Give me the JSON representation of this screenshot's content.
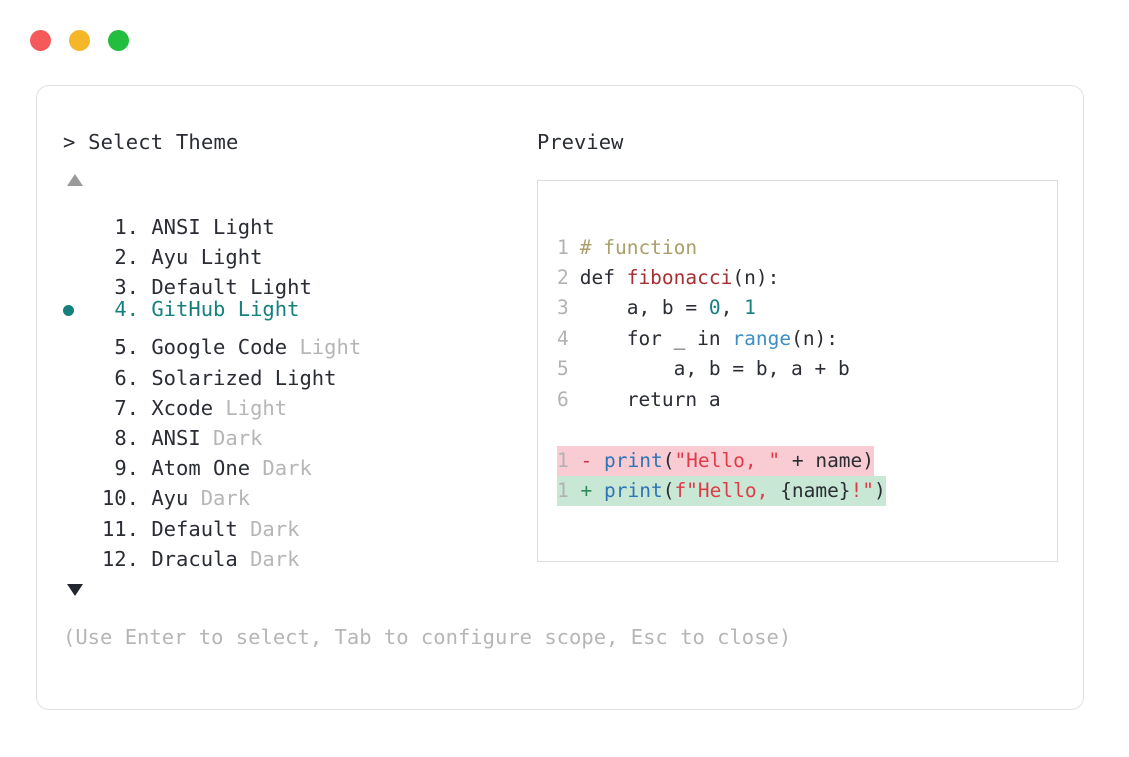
{
  "window": {
    "dots": [
      {
        "name": "close",
        "color": "#f6595a"
      },
      {
        "name": "minimize",
        "color": "#f5b728"
      },
      {
        "name": "maximize",
        "color": "#23bd3f"
      }
    ]
  },
  "left": {
    "prompt": "> Select Theme",
    "scroll_up_icon": "triangle-up-icon",
    "scroll_down_icon": "triangle-down-icon",
    "selected_index": 4,
    "accent_color": "#16807f",
    "items": [
      {
        "index": "1.",
        "main": "ANSI Light",
        "dim": "",
        "selected": false
      },
      {
        "index": "2.",
        "main": "Ayu Light",
        "dim": "",
        "selected": false
      },
      {
        "index": "3.",
        "main": "Default Light",
        "dim": "",
        "selected": false
      },
      {
        "index": "4.",
        "main": "GitHub Light",
        "dim": "",
        "selected": true
      },
      {
        "index": "5.",
        "main": "Google Code",
        "dim": " Light",
        "selected": false
      },
      {
        "index": "6.",
        "main": "Solarized Light",
        "dim": "",
        "selected": false
      },
      {
        "index": "7.",
        "main": "Xcode",
        "dim": " Light",
        "selected": false
      },
      {
        "index": "8.",
        "main": "ANSI",
        "dim": " Dark",
        "selected": false
      },
      {
        "index": "9.",
        "main": "Atom One",
        "dim": " Dark",
        "selected": false
      },
      {
        "index": "10.",
        "main": "Ayu",
        "dim": " Dark",
        "selected": false
      },
      {
        "index": "11.",
        "main": "Default",
        "dim": " Dark",
        "selected": false
      },
      {
        "index": "12.",
        "main": "Dracula",
        "dim": " Dark",
        "selected": false
      }
    ]
  },
  "right": {
    "label": "Preview",
    "code_lines": [
      {
        "n": "1",
        "tokens": [
          {
            "t": " # function",
            "c": "comment"
          }
        ]
      },
      {
        "n": "2",
        "tokens": [
          {
            "t": " def ",
            "c": "plain"
          },
          {
            "t": "fibonacci",
            "c": "func"
          },
          {
            "t": "(n):",
            "c": "plain"
          }
        ]
      },
      {
        "n": "3",
        "tokens": [
          {
            "t": "     a, b = ",
            "c": "plain"
          },
          {
            "t": "0",
            "c": "num"
          },
          {
            "t": ", ",
            "c": "plain"
          },
          {
            "t": "1",
            "c": "num"
          }
        ]
      },
      {
        "n": "4",
        "tokens": [
          {
            "t": "     for _ in ",
            "c": "plain"
          },
          {
            "t": "range",
            "c": "builtin"
          },
          {
            "t": "(n):",
            "c": "plain"
          }
        ]
      },
      {
        "n": "5",
        "tokens": [
          {
            "t": "         a, b = b, a + b",
            "c": "plain"
          }
        ]
      },
      {
        "n": "6",
        "tokens": [
          {
            "t": "     return a",
            "c": "plain"
          }
        ]
      }
    ],
    "diff_lines": [
      {
        "n": "1",
        "kind": "del",
        "marker": "-",
        "tokens": [
          {
            "t": "print",
            "c": "call"
          },
          {
            "t": "(",
            "c": "plain"
          },
          {
            "t": "\"Hello, \"",
            "c": "string"
          },
          {
            "t": " + name)",
            "c": "plain"
          }
        ]
      },
      {
        "n": "1",
        "kind": "add",
        "marker": "+",
        "tokens": [
          {
            "t": "print",
            "c": "call"
          },
          {
            "t": "(",
            "c": "plain"
          },
          {
            "t": "f\"Hello, ",
            "c": "string"
          },
          {
            "t": "{name}",
            "c": "plain"
          },
          {
            "t": "!\"",
            "c": "string"
          },
          {
            "t": ")",
            "c": "plain"
          }
        ]
      }
    ],
    "diff_del_bg": "#f9ccd3",
    "diff_add_bg": "#c9e7d5"
  },
  "footer": {
    "hint": "(Use Enter to select, Tab to configure scope, Esc to close)"
  }
}
